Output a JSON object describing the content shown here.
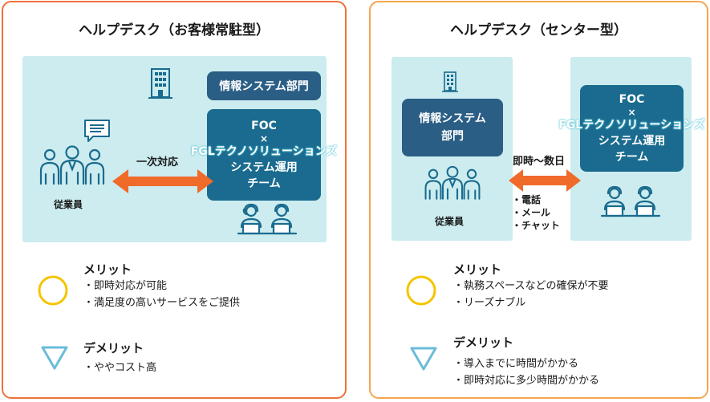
{
  "left": {
    "title": "ヘルプデスク（お客様常駐型）",
    "system_box": "情報システム部門",
    "foc_box": {
      "line1": "FOC",
      "line2": "×",
      "line3": "FGLテクノソリューションズ",
      "line4": "システム運用",
      "line5": "チーム"
    },
    "arrow_label": "一次対応",
    "employees_label": "従業員",
    "merit": {
      "heading": "メリット",
      "items": [
        "・即時対応が可能",
        "・満足度の高いサービスをご提供"
      ]
    },
    "demerit": {
      "heading": "デメリット",
      "items": [
        "・ややコスト高"
      ]
    }
  },
  "right": {
    "title": "ヘルプデスク（センター型）",
    "system_box": {
      "line1": "情報システム",
      "line2": "部門"
    },
    "foc_box": {
      "line1": "FOC",
      "line2": "×",
      "line3": "FGLテクノソリューションズ",
      "line4": "システム運用",
      "line5": "チーム"
    },
    "arrow_label": "即時〜数日",
    "channels": [
      "・電話",
      "・メール",
      "・チャット"
    ],
    "employees_label": "従業員",
    "merit": {
      "heading": "メリット",
      "items": [
        "・執務スペースなどの確保が不要",
        "・リーズナブル"
      ]
    },
    "demerit": {
      "heading": "デメリット",
      "items": [
        "・導入までに時間がかかる",
        "・即時対応に多少時間がかかる"
      ]
    }
  },
  "colors": {
    "left_border": "#f0703b",
    "right_border": "#f5a550",
    "scene_bg": "#ccecef",
    "navy_box": "#2b5e85",
    "teal_box": "#1a6b8f",
    "arrow": "#f06a2a",
    "merit_circle": "#f5c400",
    "demerit_triangle": "#6bbcd8",
    "icon_stroke": "#1a6b8f"
  },
  "icons": {
    "building": "building-icon",
    "chat": "chat-bubble-icon",
    "employees": "employees-group-icon",
    "operators": "operators-laptop-icon",
    "merit": "circle-icon",
    "demerit": "triangle-icon"
  }
}
